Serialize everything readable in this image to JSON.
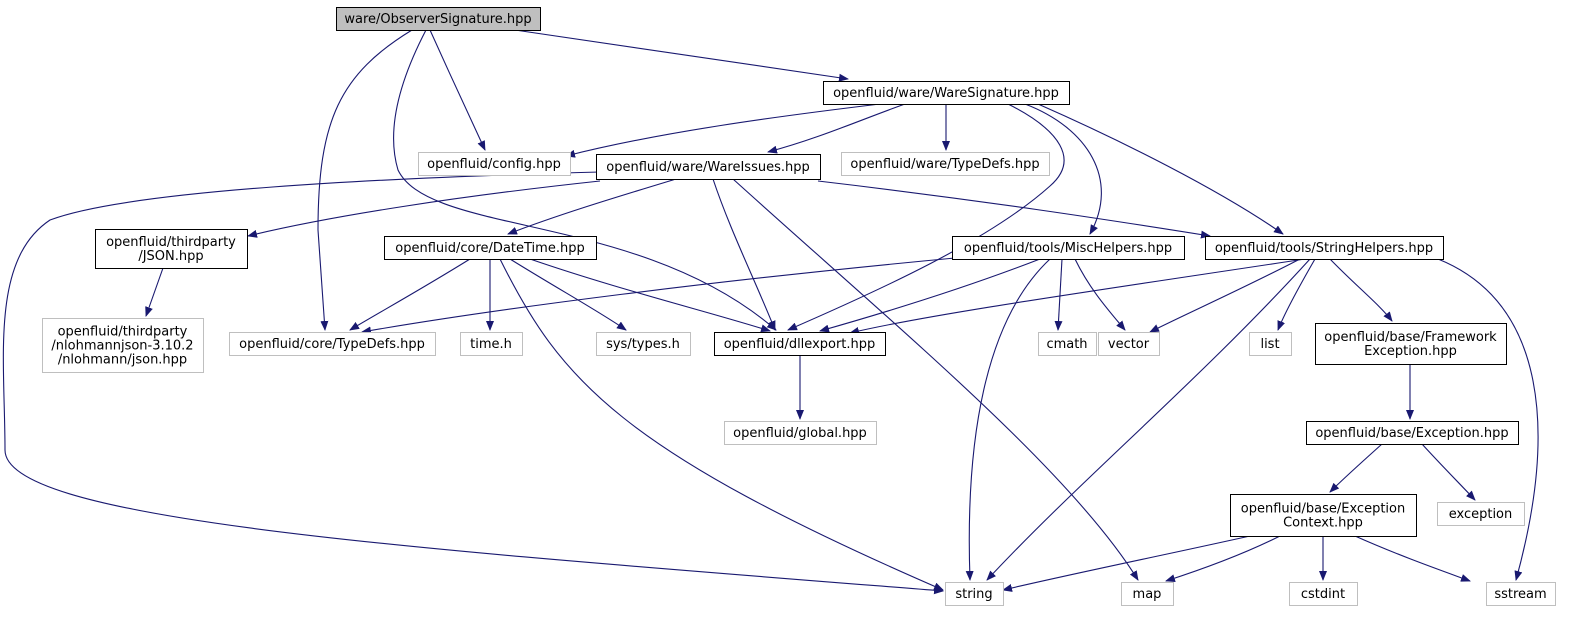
{
  "colors": {
    "edge": "#191970",
    "root_fill": "#bfbfbf",
    "documented_border": "#000000",
    "external_border": "#bfbfbf"
  },
  "nodes": {
    "n_root": {
      "lines": [
        "ware/ObserverSignature.hpp"
      ],
      "kind": "root"
    },
    "n_waresig": {
      "lines": [
        "openfluid/ware/WareSignature.hpp"
      ],
      "kind": "documented"
    },
    "n_config": {
      "lines": [
        "openfluid/config.hpp"
      ],
      "kind": "external"
    },
    "n_wareissues": {
      "lines": [
        "openfluid/ware/WareIssues.hpp"
      ],
      "kind": "documented"
    },
    "n_waretypedefs": {
      "lines": [
        "openfluid/ware/TypeDefs.hpp"
      ],
      "kind": "external"
    },
    "n_json": {
      "lines": [
        "openfluid/thirdparty",
        "/JSON.hpp"
      ],
      "kind": "documented"
    },
    "n_datetime": {
      "lines": [
        "openfluid/core/DateTime.hpp"
      ],
      "kind": "documented"
    },
    "n_mischelpers": {
      "lines": [
        "openfluid/tools/MiscHelpers.hpp"
      ],
      "kind": "documented"
    },
    "n_stringhelpers": {
      "lines": [
        "openfluid/tools/StringHelpers.hpp"
      ],
      "kind": "documented"
    },
    "n_nlohmann": {
      "lines": [
        "openfluid/thirdparty",
        "/nlohmannjson-3.10.2",
        "/nlohmann/json.hpp"
      ],
      "kind": "external"
    },
    "n_coretypedefs": {
      "lines": [
        "openfluid/core/TypeDefs.hpp"
      ],
      "kind": "external"
    },
    "n_timeh": {
      "lines": [
        "time.h"
      ],
      "kind": "external"
    },
    "n_systypes": {
      "lines": [
        "sys/types.h"
      ],
      "kind": "external"
    },
    "n_dllexport": {
      "lines": [
        "openfluid/dllexport.hpp"
      ],
      "kind": "documented"
    },
    "n_cmath": {
      "lines": [
        "cmath"
      ],
      "kind": "external"
    },
    "n_vector": {
      "lines": [
        "vector"
      ],
      "kind": "external"
    },
    "n_list": {
      "lines": [
        "list"
      ],
      "kind": "external"
    },
    "n_fwexc": {
      "lines": [
        "openfluid/base/Framework",
        "Exception.hpp"
      ],
      "kind": "documented"
    },
    "n_global": {
      "lines": [
        "openfluid/global.hpp"
      ],
      "kind": "external"
    },
    "n_exception": {
      "lines": [
        "openfluid/base/Exception.hpp"
      ],
      "kind": "documented"
    },
    "n_excctx": {
      "lines": [
        "openfluid/base/Exception",
        "Context.hpp"
      ],
      "kind": "documented"
    },
    "n_stdexception": {
      "lines": [
        "exception"
      ],
      "kind": "external"
    },
    "n_string": {
      "lines": [
        "string"
      ],
      "kind": "external"
    },
    "n_map": {
      "lines": [
        "map"
      ],
      "kind": "external"
    },
    "n_cstdint": {
      "lines": [
        "cstdint"
      ],
      "kind": "external"
    },
    "n_sstream": {
      "lines": [
        "sstream"
      ],
      "kind": "external"
    }
  },
  "edges": [
    [
      "n_root",
      "n_waresig"
    ],
    [
      "n_root",
      "n_config"
    ],
    [
      "n_root",
      "n_coretypedefs"
    ],
    [
      "n_root",
      "n_dllexport"
    ],
    [
      "n_waresig",
      "n_config"
    ],
    [
      "n_waresig",
      "n_wareissues"
    ],
    [
      "n_waresig",
      "n_waretypedefs"
    ],
    [
      "n_waresig",
      "n_dllexport"
    ],
    [
      "n_waresig",
      "n_mischelpers"
    ],
    [
      "n_waresig",
      "n_stringhelpers"
    ],
    [
      "n_wareissues",
      "n_json"
    ],
    [
      "n_wareissues",
      "n_datetime"
    ],
    [
      "n_wareissues",
      "n_dllexport"
    ],
    [
      "n_wareissues",
      "n_stringhelpers"
    ],
    [
      "n_wareissues",
      "n_string"
    ],
    [
      "n_wareissues",
      "n_map"
    ],
    [
      "n_json",
      "n_nlohmann"
    ],
    [
      "n_datetime",
      "n_coretypedefs"
    ],
    [
      "n_datetime",
      "n_timeh"
    ],
    [
      "n_datetime",
      "n_systypes"
    ],
    [
      "n_datetime",
      "n_dllexport"
    ],
    [
      "n_datetime",
      "n_string"
    ],
    [
      "n_mischelpers",
      "n_coretypedefs"
    ],
    [
      "n_mischelpers",
      "n_dllexport"
    ],
    [
      "n_mischelpers",
      "n_cmath"
    ],
    [
      "n_mischelpers",
      "n_vector"
    ],
    [
      "n_mischelpers",
      "n_string"
    ],
    [
      "n_stringhelpers",
      "n_dllexport"
    ],
    [
      "n_stringhelpers",
      "n_vector"
    ],
    [
      "n_stringhelpers",
      "n_list"
    ],
    [
      "n_stringhelpers",
      "n_fwexc"
    ],
    [
      "n_stringhelpers",
      "n_string"
    ],
    [
      "n_stringhelpers",
      "n_sstream"
    ],
    [
      "n_dllexport",
      "n_global"
    ],
    [
      "n_fwexc",
      "n_exception"
    ],
    [
      "n_exception",
      "n_excctx"
    ],
    [
      "n_exception",
      "n_stdexception"
    ],
    [
      "n_excctx",
      "n_string"
    ],
    [
      "n_excctx",
      "n_map"
    ],
    [
      "n_excctx",
      "n_cstdint"
    ],
    [
      "n_excctx",
      "n_sstream"
    ]
  ]
}
